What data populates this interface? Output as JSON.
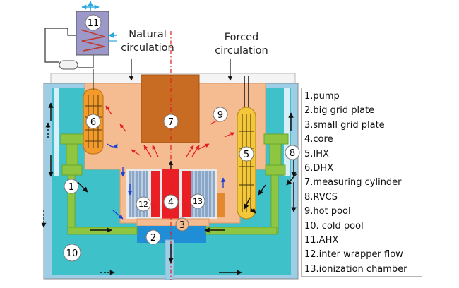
{
  "captions": {
    "natural": [
      "Natural",
      "circulation"
    ],
    "forced": [
      "Forced",
      "circulation"
    ]
  },
  "component_numbers": {
    "ahx": "11",
    "dhx": "6",
    "measuring_cylinder": "7",
    "hot_pool": "9",
    "ihx": "5",
    "rvcs": "8",
    "pump": "1",
    "inter_wrapper_flow": "12",
    "core": "4",
    "ionization_chamber": "13",
    "small_grid_plate": "3",
    "big_grid_plate": "2",
    "cold_pool": "10"
  },
  "legend": [
    "1.pump",
    "2.big grid plate",
    "3.small grid plate",
    "4.core",
    "5.IHX",
    "6.DHX",
    "7.measuring cylinder",
    "8.RVCS",
    "9.hot pool",
    "10. cold pool",
    "11.AHX",
    "12.inter wrapper flow",
    "13.ionization chamber"
  ],
  "colors": {
    "cold_pool": "#3fc1c9",
    "vessel_wall": "#9ecde6",
    "hot_pool": "#f5bb91",
    "cylinder": "#c86b23",
    "core_red": "#ea1f25",
    "assembly_blue": "#8aa6c8",
    "pump_green": "#8ec641",
    "big_grid_plate": "#1f8ed6",
    "ihx_yellow": "#f4c63a",
    "dhx_orange": "#f39a2c",
    "ahx_purple": "#9c98c8",
    "hot_flow_arrow": "#e0201e",
    "cold_flow_arrow": "#1c3fd6",
    "air_arrow": "#2aa8e0"
  }
}
